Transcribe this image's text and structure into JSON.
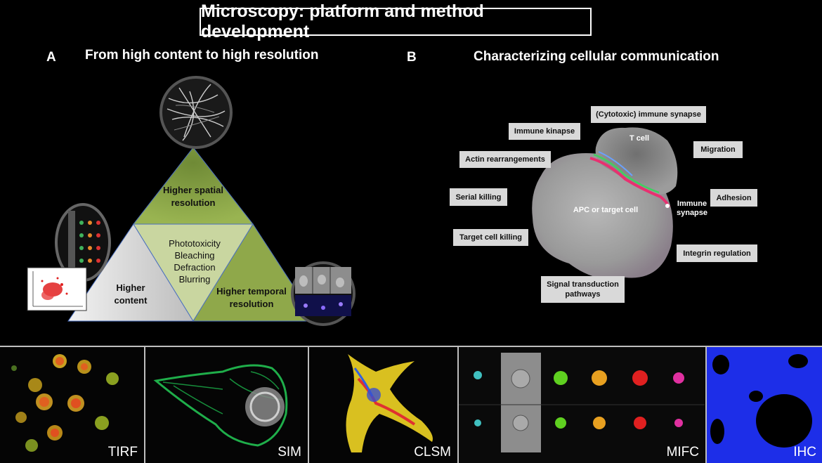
{
  "title": "Microscopy: platform and method development",
  "panel_a": {
    "letter": "A",
    "heading": "From high content to high resolution",
    "top_label": "Higher spatial resolution",
    "left_label": "Higher content",
    "right_label": "Higher temporal resolution",
    "center_lines": [
      "Phototoxicity",
      "Bleaching",
      "Defraction",
      "Blurring"
    ]
  },
  "panel_b": {
    "letter": "B",
    "heading": "Characterizing cellular communication",
    "cell_labels": {
      "t_cell": "T cell",
      "apc": "APC or target cell",
      "immune_synapse": "Immune synapse"
    },
    "boxes": {
      "cytotoxic": "(Cytotoxic) immune synapse",
      "kinapse": "Immune kinapse",
      "migration": "Migration",
      "actin": "Actin rearrangements",
      "serial": "Serial killing",
      "adhesion": "Adhesion",
      "target": "Target cell killing",
      "integrin": "Integrin regulation",
      "signal": "Signal transduction pathways"
    }
  },
  "strip": {
    "tirf": "TIRF",
    "sim": "SIM",
    "clsm": "CLSM",
    "mifc": "MIFC",
    "ihc": "IHC"
  },
  "colors": {
    "triangle_green": "#8fa84a",
    "triangle_center": "#c9d6a0",
    "triangle_gray": "#d0d0d0",
    "label_box": "#d9d9d9",
    "ihc_blue": "#1d2ee8"
  }
}
